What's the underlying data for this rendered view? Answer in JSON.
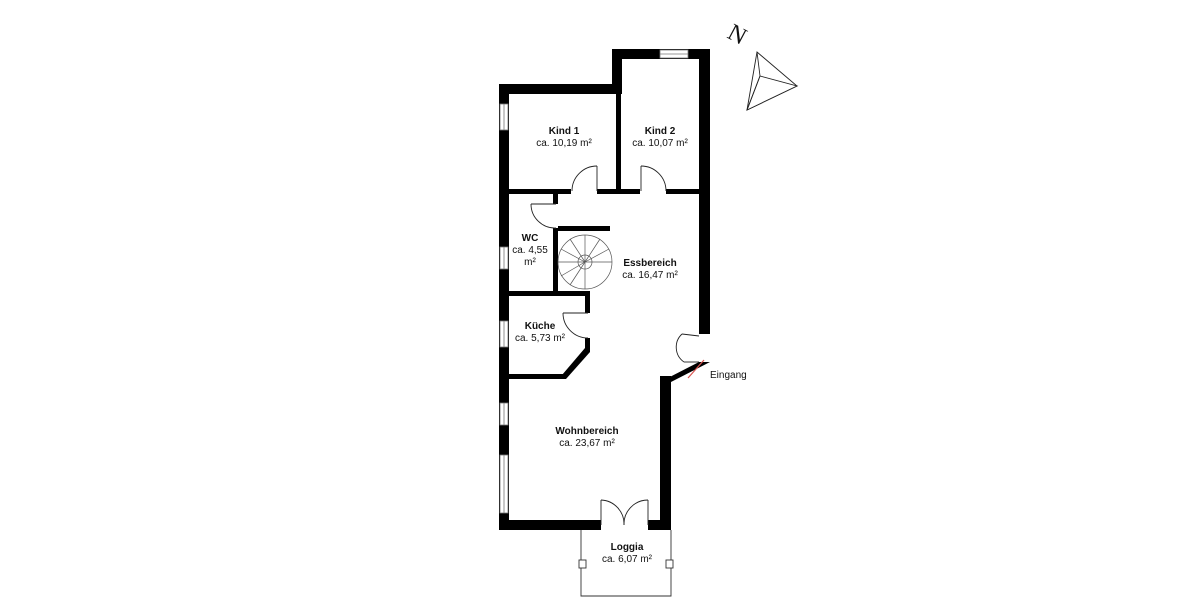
{
  "compass": {
    "north_label": "N"
  },
  "rooms": {
    "kind1": {
      "name": "Kind 1",
      "area": "ca. 10,19 m²"
    },
    "kind2": {
      "name": "Kind 2",
      "area": "ca. 10,07 m²"
    },
    "wc": {
      "name": "WC",
      "area_line1": "ca. 4,55",
      "area_line2": "m²"
    },
    "essbereich": {
      "name": "Essbereich",
      "area": "ca. 16,47 m²"
    },
    "kueche": {
      "name": "Küche",
      "area": "ca. 5,73 m²"
    },
    "wohnbereich": {
      "name": "Wohnbereich",
      "area": "ca. 23,67 m²"
    },
    "loggia": {
      "name": "Loggia",
      "area": "ca. 6,07 m²"
    }
  },
  "entrance_label": "Eingang",
  "colors": {
    "wall": "#000000",
    "entrance_marker": "#d9534f",
    "window_fill": "#ffffff",
    "line": "#222222"
  }
}
